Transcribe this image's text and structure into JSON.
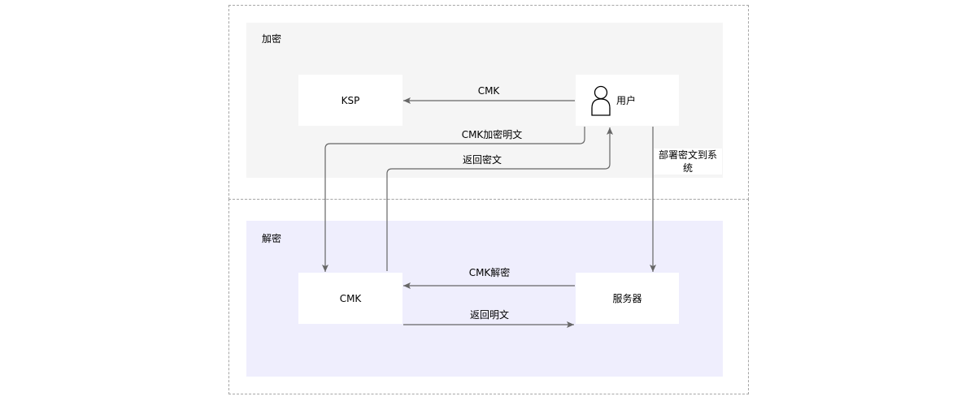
{
  "sections": {
    "encrypt": {
      "label": "加密"
    },
    "decrypt": {
      "label": "解密"
    }
  },
  "nodes": {
    "ksp": {
      "label": "KSP"
    },
    "user": {
      "label": "用户",
      "icon": "user-icon"
    },
    "cmk": {
      "label": "CMK"
    },
    "server": {
      "label": "服务器"
    }
  },
  "edges": {
    "user_to_ksp": {
      "label": "CMK"
    },
    "user_to_cmk": {
      "label": "CMK加密明文"
    },
    "cmk_to_user": {
      "label": "返回密文"
    },
    "user_to_server": {
      "label_line1": "部署密文到系",
      "label_line2": "统"
    },
    "server_to_cmk": {
      "label": "CMK解密"
    },
    "cmk_to_server": {
      "label": "返回明文"
    }
  },
  "colors": {
    "encrypt_panel": "#f5f5f5",
    "decrypt_panel": "#efeefd",
    "line": "#666666",
    "frame": "#a6a6a6"
  }
}
